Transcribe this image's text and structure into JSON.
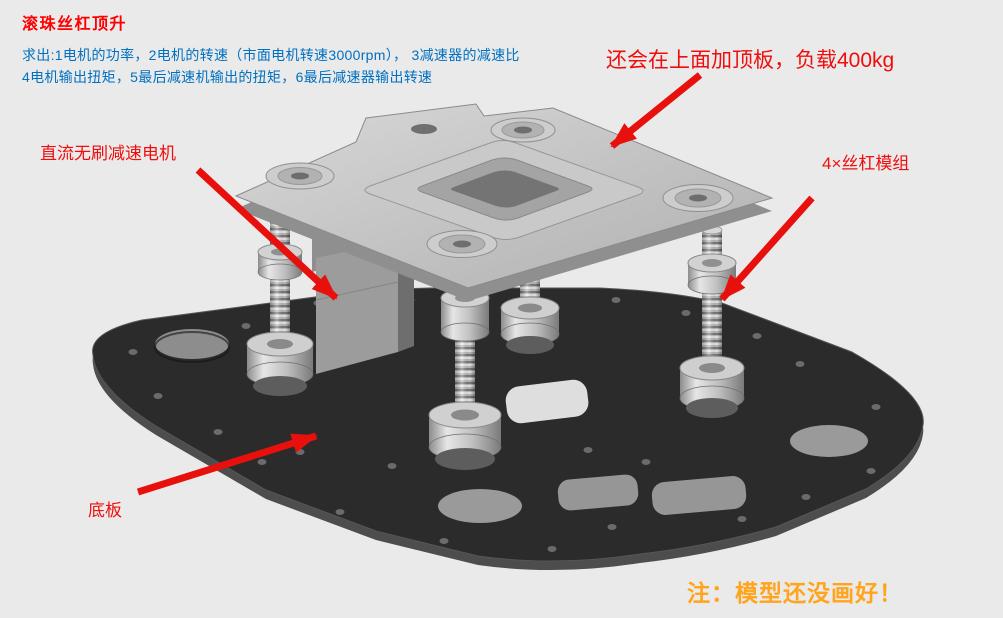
{
  "canvas": {
    "background": "#eaeaea"
  },
  "header": {
    "title": "滚珠丝杠顶升",
    "requirements_line1": "求出:1电机的功率，2电机的转速（市面电机转速3000rpm）， 3减速器的减速比",
    "requirements_line2": "4电机输出扭矩，5最后减速机输出的扭矩，6最后减速器输出转速"
  },
  "callouts": {
    "top_plate_note": "还会在上面加顶板，负载400kg",
    "motor_label": "直流无刷减速电机",
    "screw_module_label": "4×丝杠模组",
    "base_plate_label": "底板"
  },
  "footer": {
    "note": "注：模型还没画好！"
  },
  "colors": {
    "title_red": "#ff0000",
    "requirements_blue": "#0070c0",
    "callout_red": "#f00d0d",
    "arrow_red": "#e8100c",
    "footer_orange": "#ffa41b",
    "top_plate_gray": "#c6c6c6",
    "base_plate_dark": "#2b2b2b"
  }
}
